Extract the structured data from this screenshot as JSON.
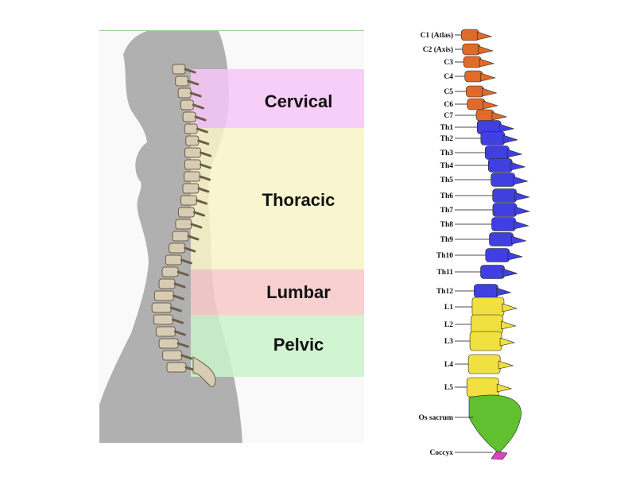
{
  "left_figure": {
    "regions": [
      {
        "label": "Cervical",
        "color": "#f7c7f7"
      },
      {
        "label": "Thoracic",
        "color": "#f9f6c8"
      },
      {
        "label": "Lumbar",
        "color": "#f9c9c9"
      },
      {
        "label": "Pelvic",
        "color": "#c9f5c9"
      }
    ],
    "silhouette_color": "#b0b0b0",
    "bone_color": "#d8cdb4"
  },
  "right_figure": {
    "cervical_color": "#e06a2a",
    "thoracic_color": "#4040e0",
    "lumbar_color": "#f0e040",
    "sacrum_color": "#60c030",
    "coccyx_color": "#e040c0",
    "labels": [
      "C1 (Atlas)",
      "C2 (Axis)",
      "C3",
      "C4",
      "C5",
      "C6",
      "C7",
      "Th1",
      "Th2",
      "Th3",
      "Th4",
      "Th5",
      "Th6",
      "Th7",
      "Th8",
      "Th9",
      "Th10",
      "Th11",
      "Th12",
      "L1",
      "L2",
      "L3",
      "L4",
      "L5",
      "Os sacrum",
      "Coccyx"
    ]
  }
}
